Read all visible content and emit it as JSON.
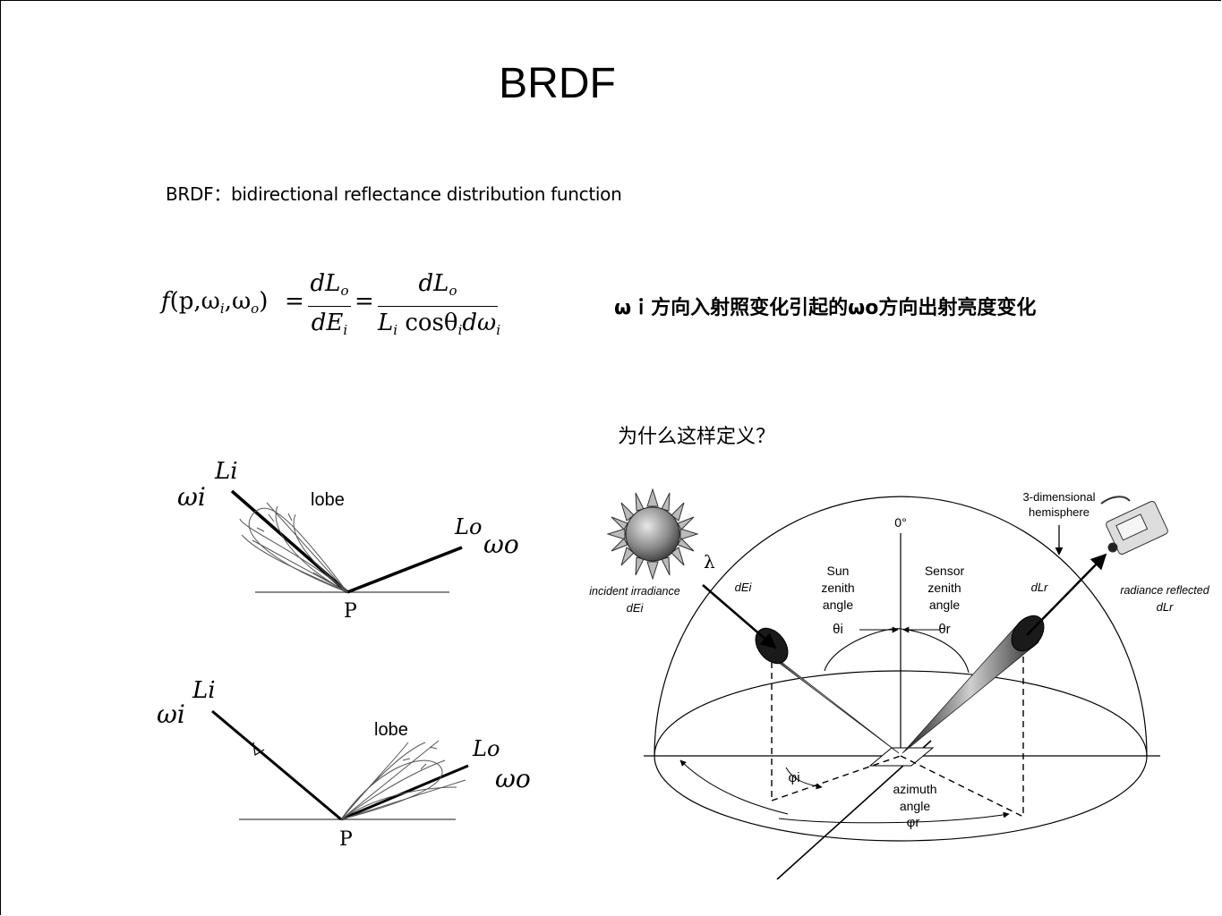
{
  "slide": {
    "title": "BRDF",
    "subtitle": "BRDF：bidirectional reflectance distribution function",
    "formula": {
      "lhs_f": "f",
      "lhs_args": "(p,ω",
      "sub_i": "i",
      "comma": ",ω",
      "sub_o": "o",
      "close": ")",
      "eq": "=",
      "num1": "dL",
      "den1": "dE",
      "num2": "dL",
      "den2_L": "L",
      "den2_cos": "cos",
      "den2_theta": "θ",
      "den2_d": "dω"
    },
    "description": "ωｉ方向入射照变化引起的ωo方向出射亮度变化",
    "question": "为什么这样定义？"
  },
  "diagram_top": {
    "li": "Li",
    "wi": "ωi",
    "lobe": "lobe",
    "lo": "Lo",
    "wo": "ωo",
    "p": "P"
  },
  "diagram_bottom": {
    "li": "Li",
    "wi": "ωi",
    "lobe": "lobe",
    "lo": "Lo",
    "wo": "ωo",
    "p": "P"
  },
  "hemisphere": {
    "hemisphere_label": "3-dimensional hemisphere",
    "hemisphere_line1": "3-dimensional",
    "hemisphere_line2": "hemisphere",
    "zero": "0°",
    "lambda": "λ",
    "incident_line1": "incident irradiance",
    "incident_line2": "dEi",
    "dEi": "dEi",
    "sun_line1": "Sun",
    "sun_line2": "zenith",
    "sun_line3": "angle",
    "theta_i": "θi",
    "sensor_line1": "Sensor",
    "sensor_line2": "zenith",
    "sensor_line3": "angle",
    "theta_r": "θr",
    "dLr": "dLr",
    "radiance_line1": "radiance reflected",
    "radiance_line2": "dLr",
    "phi_i": "φi",
    "azimuth_line1": "azimuth",
    "azimuth_line2": "angle",
    "phi_r": "φr"
  }
}
